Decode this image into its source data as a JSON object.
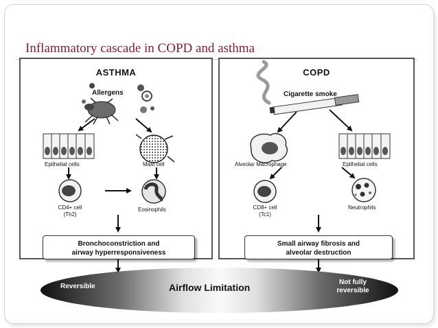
{
  "slide": {
    "title": "Inflammatory cascade in COPD and asthma"
  },
  "asthma": {
    "title": "ASTHMA",
    "trigger": "Allergens",
    "epithelial": "Epithelial cells",
    "mast": "Mast cell",
    "cd4_line1": "CD4+ cell",
    "cd4_line2": "(Th2)",
    "eosinophils": "Eosinophils",
    "outcome_line1": "Bronchoconstriction and",
    "outcome_line2": "airway hyperresponsiveness"
  },
  "copd": {
    "title": "COPD",
    "trigger": "Cigarette smoke",
    "macrophage": "Alveolar Macrophage",
    "epithelial": "Epithelial cells",
    "cd8_line1": "CD8+ cell",
    "cd8_line2": "(Tc1)",
    "neutrophils": "Neutrophils",
    "outcome_line1": "Small airway fibrosis and",
    "outcome_line2": "alveolar destruction"
  },
  "airflow": {
    "center": "Airflow Limitation",
    "left": "Reversible",
    "right_line1": "Not fully",
    "right_line2": "reversible"
  },
  "icons": [
    "mite-icon",
    "allergen-particle-icon",
    "cigarette-icon",
    "smoke-icon",
    "epithelial-cells-icon",
    "mast-cell-icon",
    "macrophage-icon",
    "cd4-cell-icon",
    "cd8-cell-icon",
    "eosinophil-icon",
    "neutrophil-icon",
    "arrow-icon"
  ],
  "colors": {
    "title": "#8a1a3a"
  }
}
